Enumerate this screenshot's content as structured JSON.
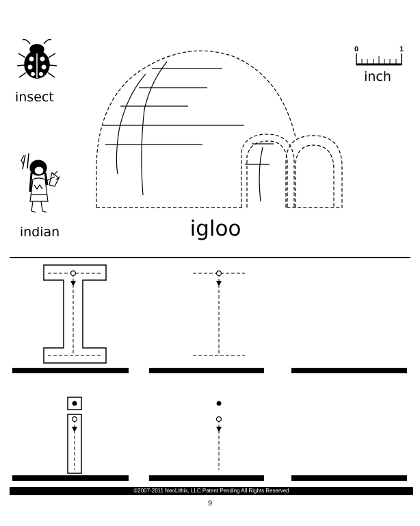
{
  "pictures": {
    "insect_label": "insect",
    "indian_label": "indian",
    "ruler_start": "0",
    "ruler_end": "1",
    "ruler_unit": "inch"
  },
  "main_word": "igloo",
  "footer": {
    "copyright": "©2007-2011  NeoLithix, LLC  Patent Pending  All Rights Reserved",
    "page_number": "9"
  },
  "icons": [
    "ladybug-icon",
    "indian-girl-icon",
    "ruler-icon",
    "igloo-illustration"
  ],
  "practice": {
    "uppercase_letter": "I",
    "lowercase_letter": "i",
    "rows": 2,
    "columns": 3
  }
}
